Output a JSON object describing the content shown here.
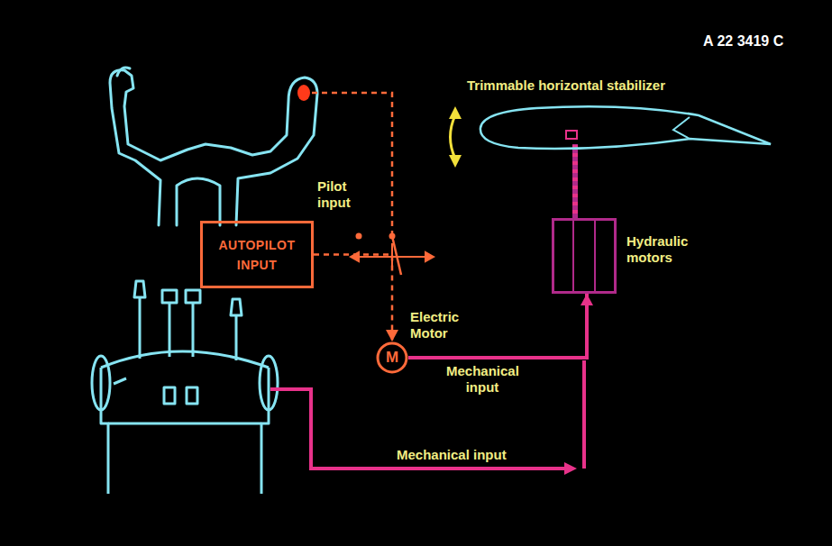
{
  "diagram": {
    "nodes": [
      {
        "text": [
          "AUTOPILOT INPUT"
        ]
      },
      {
        "text": [
          "Electric Motor",
          "M"
        ]
      },
      {
        "text": [
          "Trimmable horizontal stabilizer"
        ]
      },
      {
        "text": [
          "Hydraulic motors"
        ]
      }
    ],
    "edges": [
      {
        "from": 0,
        "to": 1,
        "arrow": "to"
      },
      {
        "from": 1,
        "to": 3,
        "arrow": "to",
        "label": "Mechanical input"
      },
      {
        "from": 3,
        "to": 2,
        "arrow": "none"
      }
    ],
    "labels": [
      "A 22 3419 C",
      "Pilot input",
      "Mechanical input"
    ]
  }
}
